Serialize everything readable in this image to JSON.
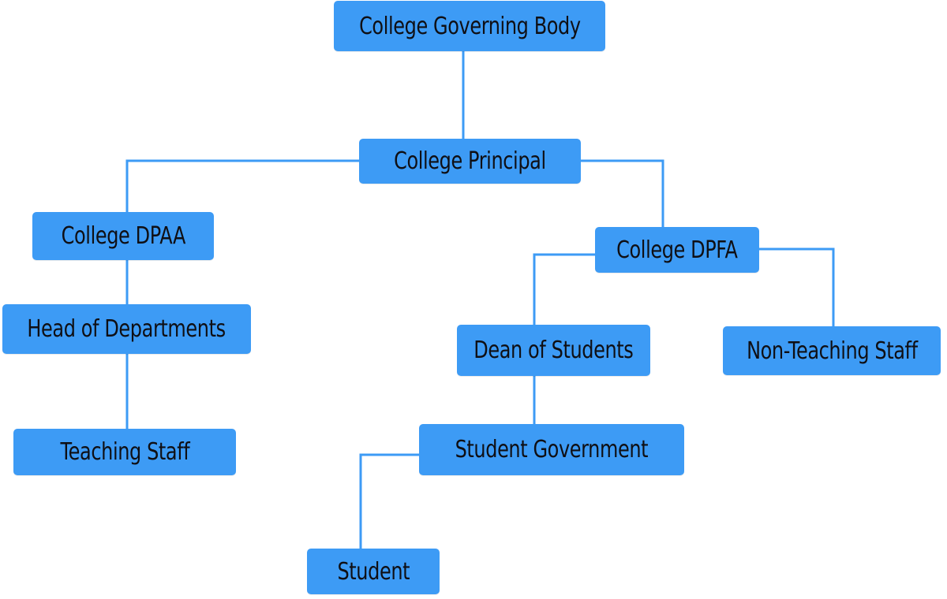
{
  "diagram": {
    "nodes": {
      "governing_body": "College Governing Body",
      "principal": "College Principal",
      "dpaa": "College DPAA",
      "dpfa": "College DPFA",
      "head_of_departments": "Head of Departments",
      "dean_of_students": "Dean of Students",
      "non_teaching_staff": "Non-Teaching Staff",
      "teaching_staff": "Teaching Staff",
      "student_government": "Student Government",
      "student": "Student"
    },
    "edges": [
      {
        "from": "College Governing Body",
        "to": "College Principal"
      },
      {
        "from": "College Principal",
        "to": "College DPAA"
      },
      {
        "from": "College Principal",
        "to": "College DPFA"
      },
      {
        "from": "College DPAA",
        "to": "Head of Departments"
      },
      {
        "from": "Head of Departments",
        "to": "Teaching Staff"
      },
      {
        "from": "College DPFA",
        "to": "Dean of Students"
      },
      {
        "from": "College DPFA",
        "to": "Non-Teaching Staff"
      },
      {
        "from": "Dean of Students",
        "to": "Student Government"
      },
      {
        "from": "Student Government",
        "to": "Student"
      }
    ],
    "colors": {
      "node_fill": "#3d9bf5",
      "connector": "#3d9bf5",
      "text": "#0f0f14"
    }
  }
}
